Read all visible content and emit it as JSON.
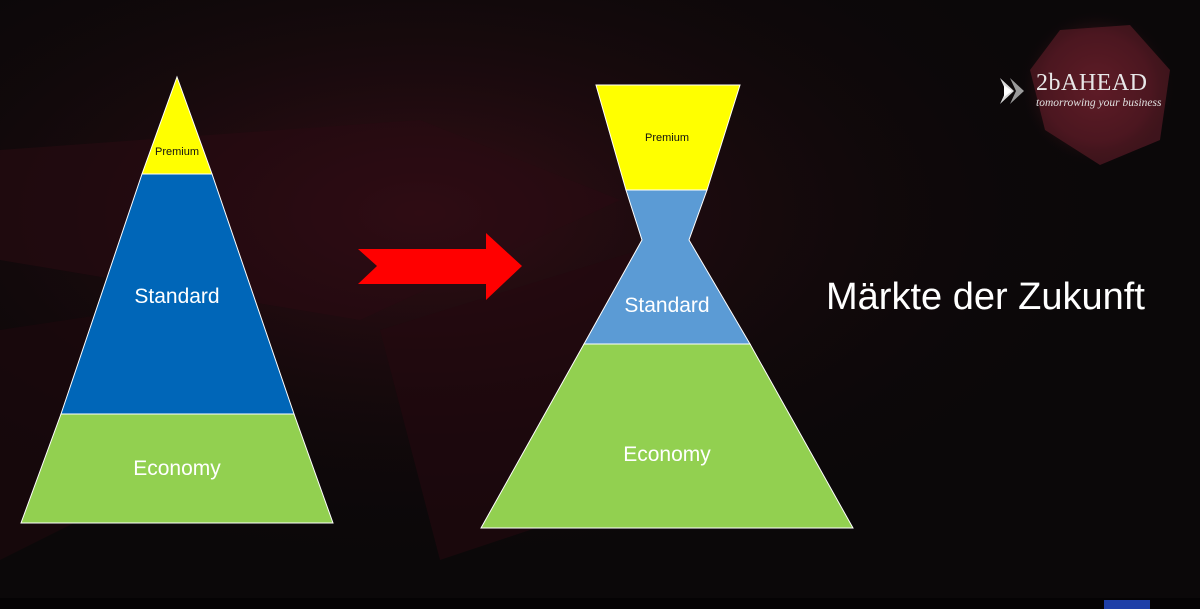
{
  "left_pyramid": {
    "premium": "Premium",
    "standard": "Standard",
    "economy": "Economy"
  },
  "right_hourglass": {
    "premium": "Premium",
    "standard": "Standard",
    "economy": "Economy"
  },
  "title": "Märkte der Zukunft",
  "logo": {
    "name": "2bAHEAD",
    "tagline": "tomorrowing your business"
  },
  "colors": {
    "premium": "#ffff00",
    "standard_left": "#0066b8",
    "standard_right": "#5b9bd5",
    "economy": "#92d050",
    "arrow": "#ff0000",
    "background": "#0b0809"
  }
}
